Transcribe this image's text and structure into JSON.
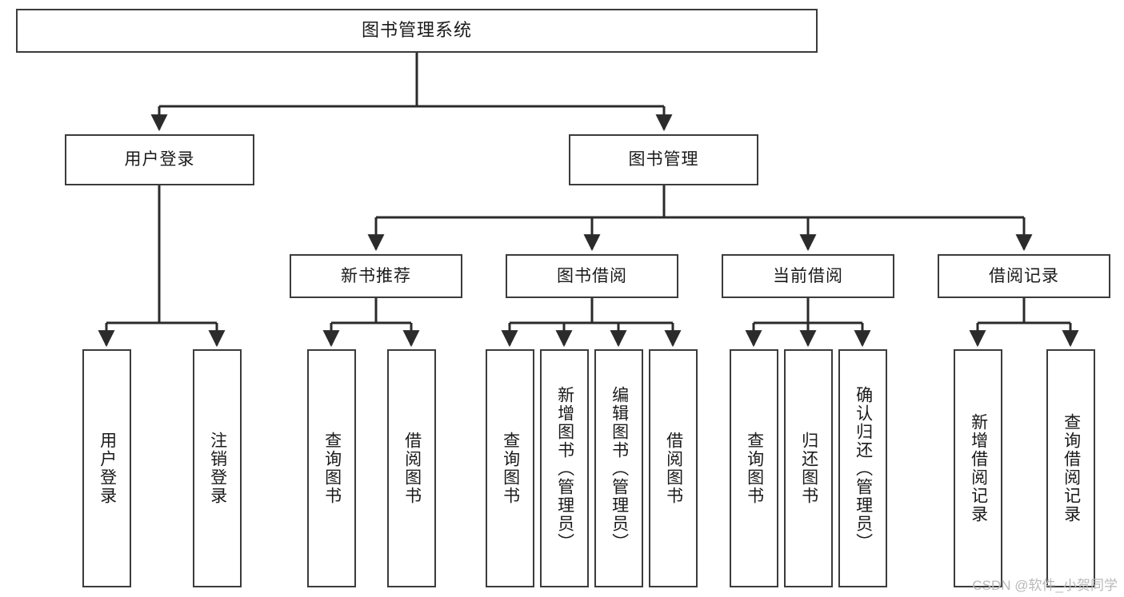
{
  "diagram": {
    "title": "图书管理系统",
    "type": "tree-hierarchy",
    "orientation": "top-down",
    "watermark": "CSDN @软件_小贺同学",
    "colors": {
      "box_border": "#3b3b3b",
      "box_fill": "#ffffff",
      "edge": "#2b2b2b",
      "text": "#1a1a1a",
      "watermark": "#b9b9b9",
      "background": "#ffffff"
    },
    "root": {
      "id": "root",
      "label": "图书管理系统"
    },
    "level1": [
      {
        "id": "user-login",
        "label": "用户登录"
      },
      {
        "id": "book-manage",
        "label": "图书管理"
      }
    ],
    "level2": [
      {
        "id": "new-book-recommend",
        "label": "新书推荐",
        "parent": "book-manage"
      },
      {
        "id": "book-borrow",
        "label": "图书借阅",
        "parent": "book-manage"
      },
      {
        "id": "current-borrow",
        "label": "当前借阅",
        "parent": "book-manage"
      },
      {
        "id": "borrow-record",
        "label": "借阅记录",
        "parent": "book-manage"
      }
    ],
    "leaves": {
      "user-login": [
        {
          "id": "leaf-user-login",
          "label": "用户登录"
        },
        {
          "id": "leaf-user-logout",
          "label": "注销登录"
        }
      ],
      "new-book-recommend": [
        {
          "id": "leaf-query-book-1",
          "label": "查询图书"
        },
        {
          "id": "leaf-borrow-book-1",
          "label": "借阅图书"
        }
      ],
      "book-borrow": [
        {
          "id": "leaf-query-book-2",
          "label": "查询图书"
        },
        {
          "id": "leaf-add-book",
          "label": "新增图书（管理员）"
        },
        {
          "id": "leaf-edit-book",
          "label": "编辑图书（管理员）"
        },
        {
          "id": "leaf-borrow-book-2",
          "label": "借阅图书"
        }
      ],
      "current-borrow": [
        {
          "id": "leaf-query-book-3",
          "label": "查询图书"
        },
        {
          "id": "leaf-return-book",
          "label": "归还图书"
        },
        {
          "id": "leaf-confirm-return",
          "label": "确认归还（管理员）"
        }
      ],
      "borrow-record": [
        {
          "id": "leaf-add-record",
          "label": "新增借阅记录"
        },
        {
          "id": "leaf-query-record",
          "label": "查询借阅记录"
        }
      ]
    }
  }
}
